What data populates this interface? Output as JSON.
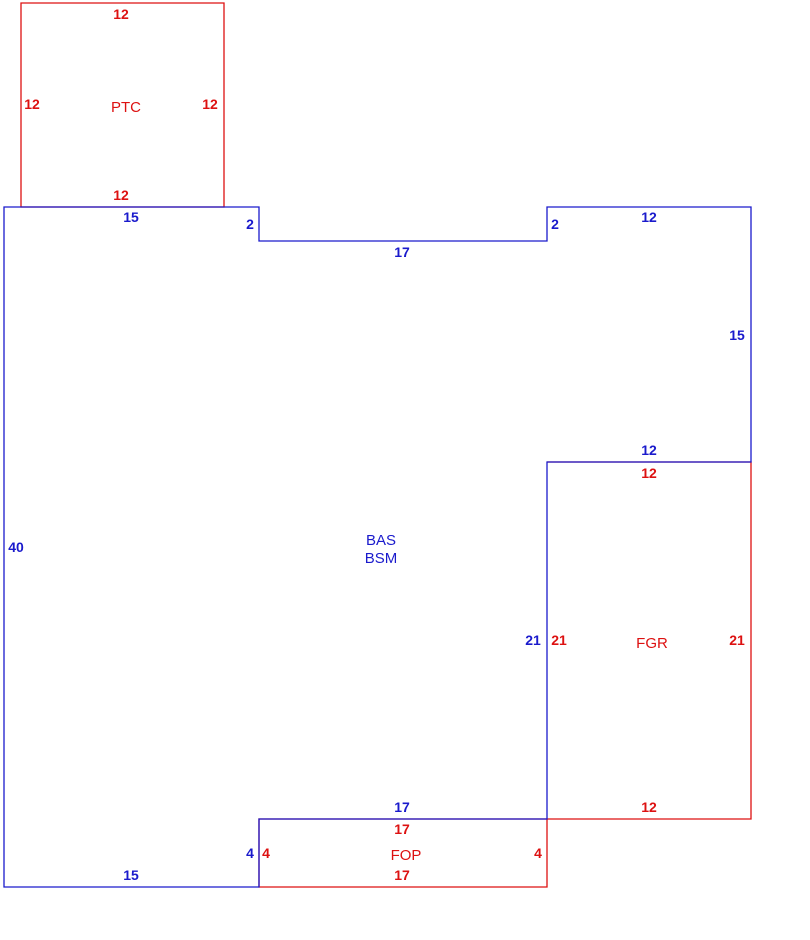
{
  "colors": {
    "building": "#1a1acc",
    "attached": "#dd1111"
  },
  "main_area": {
    "codes": [
      "BAS",
      "BSM"
    ],
    "dimensions": [
      "15",
      "2",
      "17",
      "2",
      "12",
      "15",
      "12",
      "21",
      "17",
      "4",
      "15",
      "40"
    ]
  },
  "ptc": {
    "code": "PTC",
    "dimensions": [
      "12",
      "12",
      "12",
      "12"
    ]
  },
  "fgr": {
    "code": "FGR",
    "dimensions": [
      "12",
      "21",
      "21",
      "12"
    ]
  },
  "fop": {
    "code": "FOP",
    "dimensions": [
      "17",
      "4",
      "4",
      "17"
    ]
  }
}
